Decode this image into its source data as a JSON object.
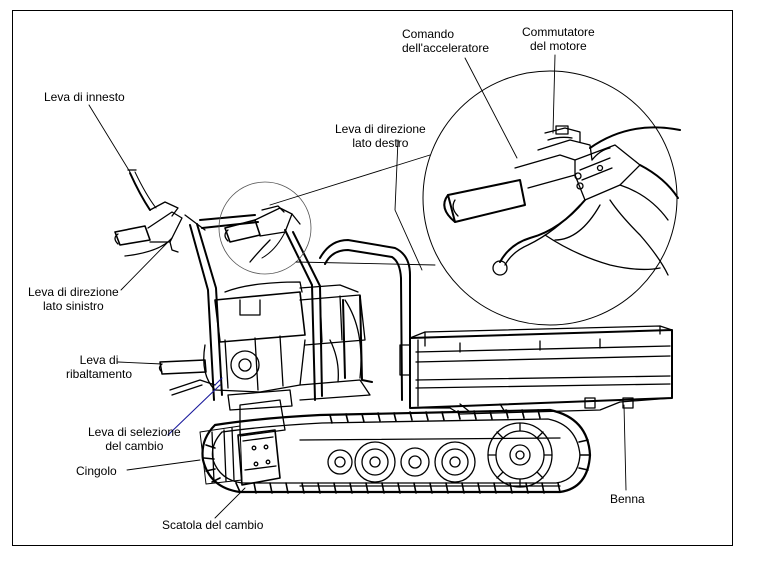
{
  "diagram": {
    "labels": {
      "comando_acceleratore": [
        "Comando",
        "dell'acceleratore"
      ],
      "commutatore_motore": [
        "Commutatore",
        "del motore"
      ],
      "leva_innesto": [
        "Leva di innesto"
      ],
      "leva_direzione_destro": [
        "Leva di direzione",
        "lato destro"
      ],
      "leva_direzione_sinistro": [
        "Leva di direzione",
        "lato sinistro"
      ],
      "leva_ribaltamento": [
        "Leva di",
        "ribaltamento"
      ],
      "leva_selezione_cambio": [
        "Leva di selezione",
        "del cambio"
      ],
      "cingolo": [
        "Cingolo"
      ],
      "scatola_cambio": [
        "Scatola del cambio"
      ],
      "benna": [
        "Benna"
      ]
    },
    "colors": {
      "line": "#000000",
      "pointer_blue": "#1a1a9c",
      "background": "#ffffff"
    }
  }
}
